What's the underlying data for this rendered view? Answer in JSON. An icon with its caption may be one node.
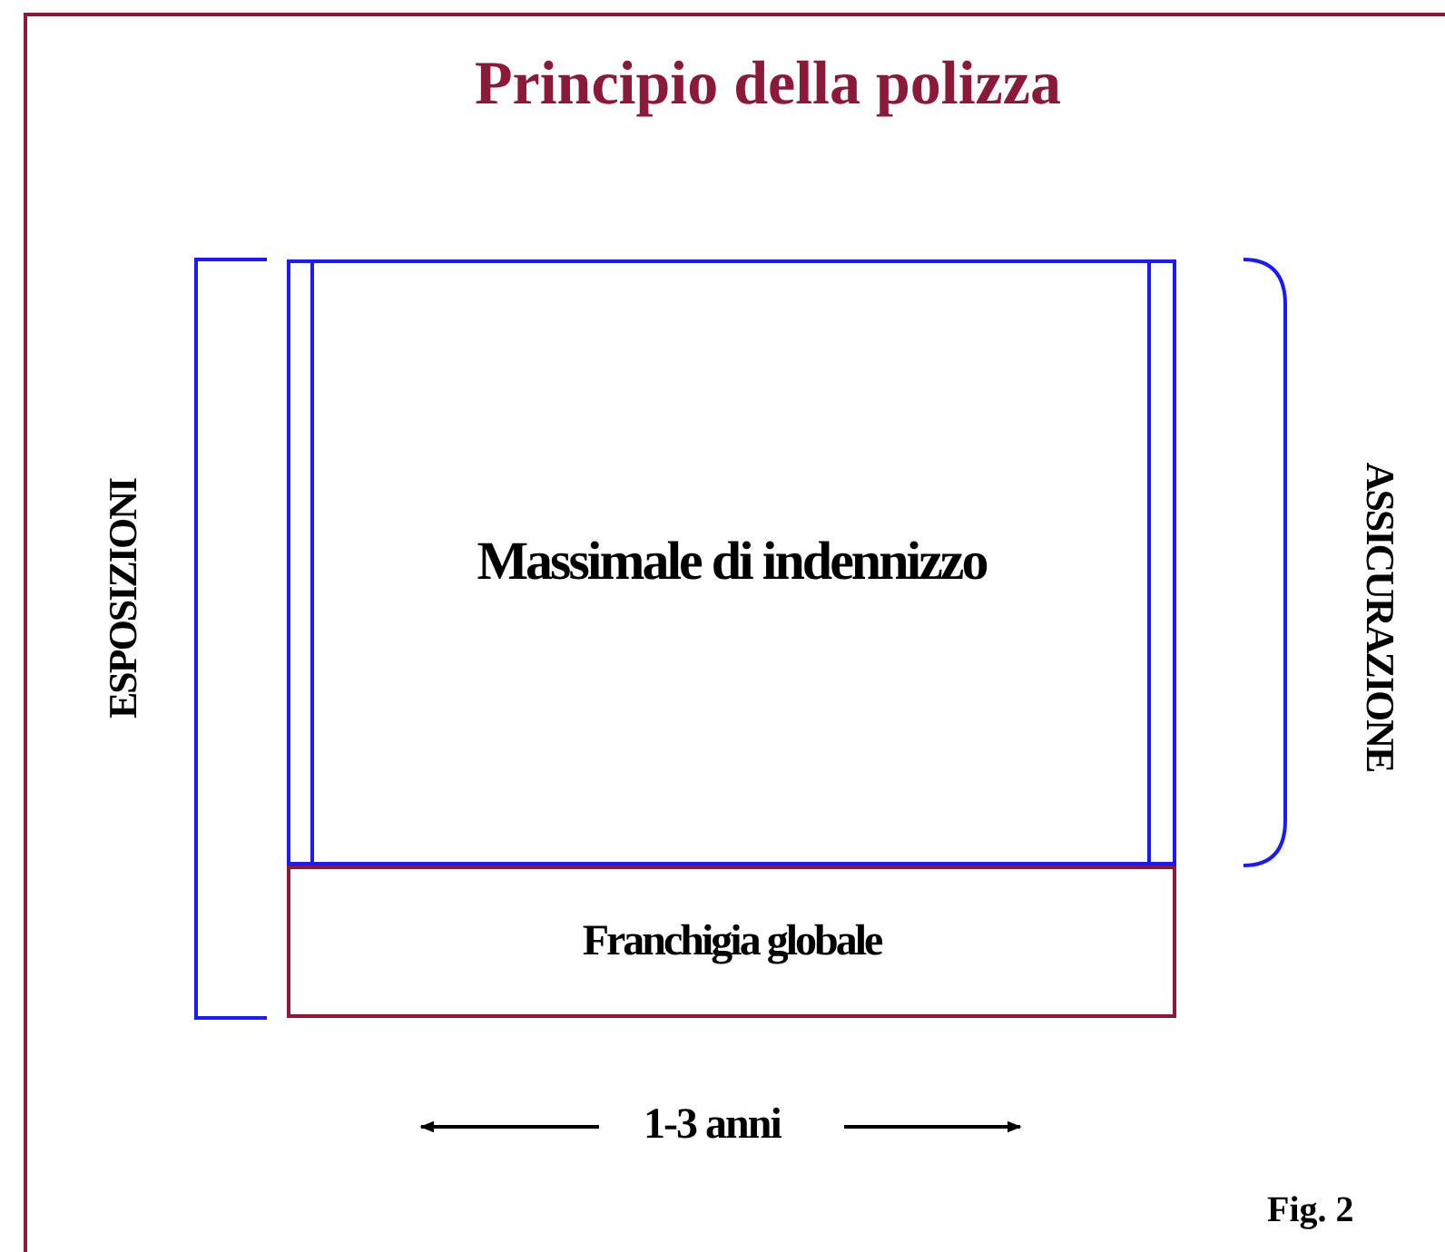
{
  "diagram": {
    "title": "Principio della polizza",
    "nodes": [
      {
        "text": [
          "Massimale di indennizzo"
        ]
      },
      {
        "text": [
          "Franchigia globale"
        ]
      }
    ],
    "labels": [
      "ESPOSIZIONI",
      "ASSICURAZIONE",
      "1-3 anni"
    ],
    "caption": "Fig. 2"
  }
}
